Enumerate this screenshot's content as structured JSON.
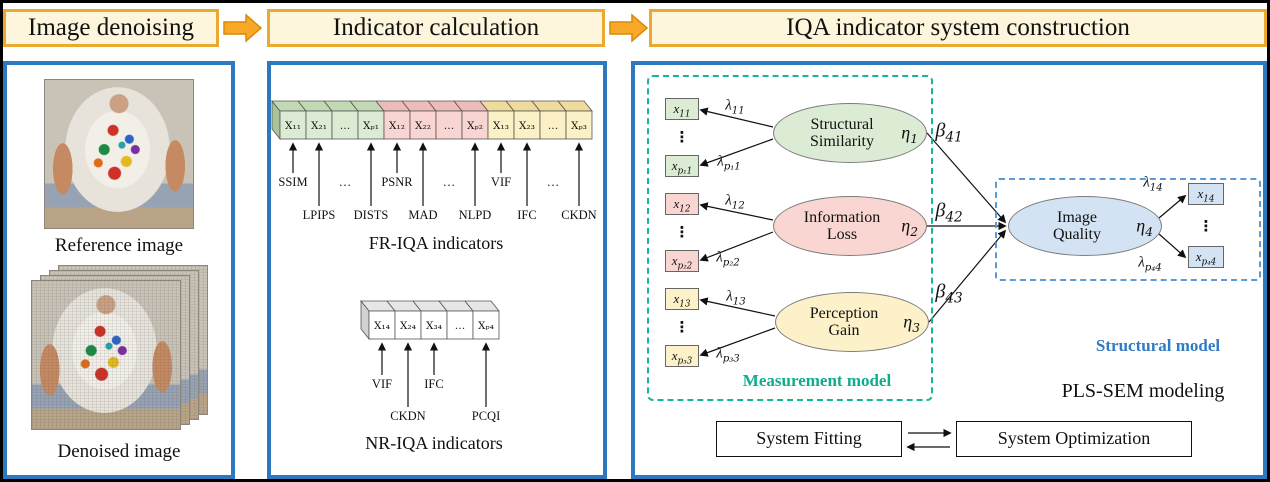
{
  "panel1": {
    "header": "Image denoising",
    "reference_label": "Reference image",
    "denoised_label": "Denoised image"
  },
  "panel2": {
    "header": "Indicator calculation",
    "fr": {
      "cells": [
        "X₁₁",
        "X₂₁",
        "…",
        "Xₚ₁",
        "X₁₂",
        "X₂₂",
        "…",
        "Xₚ₂",
        "X₁₃",
        "X₂₃",
        "…",
        "Xₚ₃"
      ],
      "row_a": [
        "SSIM",
        "…",
        "PSNR",
        "…",
        "VIF",
        "…"
      ],
      "row_b": [
        "LPIPS",
        "DISTS",
        "MAD",
        "NLPD",
        "IFC",
        "CKDN"
      ],
      "title": "FR-IQA indicators"
    },
    "nr": {
      "cells": [
        "X₁₄",
        "X₂₄",
        "X₃₄",
        "…",
        "Xₚ₄"
      ],
      "row_a": [
        "VIF",
        "IFC"
      ],
      "row_b": [
        "CKDN",
        "PCQI"
      ],
      "title": "NR-IQA indicators"
    }
  },
  "panel3": {
    "header": "IQA indicator system construction",
    "constructs": [
      {
        "line1": "Structural",
        "line2": "Similarity",
        "eta": "η",
        "eta_sub": "1"
      },
      {
        "line1": "Information",
        "line2": "Loss",
        "eta": "η",
        "eta_sub": "2"
      },
      {
        "line1": "Perception",
        "line2": "Gain",
        "eta": "η",
        "eta_sub": "3"
      },
      {
        "line1": "Image",
        "line2": "Quality",
        "eta": "η",
        "eta_sub": "4"
      }
    ],
    "ind": {
      "x11": {
        "b": "x",
        "s": "11"
      },
      "xp1": {
        "b": "x",
        "s": "p₁1"
      },
      "x12": {
        "b": "x",
        "s": "12"
      },
      "xp2": {
        "b": "x",
        "s": "p₂2"
      },
      "x13": {
        "b": "x",
        "s": "13"
      },
      "xp3": {
        "b": "x",
        "s": "p₃3"
      },
      "x14": {
        "b": "x",
        "s": "14"
      },
      "xp4": {
        "b": "x",
        "s": "p₄4"
      }
    },
    "lam": {
      "l11": {
        "b": "λ",
        "s": "11"
      },
      "lp1": {
        "b": "λ",
        "s": "p₁1"
      },
      "l12": {
        "b": "λ",
        "s": "12"
      },
      "lp2": {
        "b": "λ",
        "s": "p₂2"
      },
      "l13": {
        "b": "λ",
        "s": "13"
      },
      "lp3": {
        "b": "λ",
        "s": "p₃3"
      },
      "l14": {
        "b": "λ",
        "s": "14"
      },
      "lp4": {
        "b": "λ",
        "s": "p₄4"
      }
    },
    "beta": {
      "b41": {
        "b": "β",
        "s": "41"
      },
      "b42": {
        "b": "β",
        "s": "42"
      },
      "b43": {
        "b": "β",
        "s": "43"
      }
    },
    "dots_v": "⋮",
    "measurement_label": "Measurement model",
    "structural_label": "Structural model",
    "plssem_label": "PLS-SEM modeling",
    "fitting_label": "System Fitting",
    "optimization_label": "System Optimization"
  },
  "colors": {
    "panel_border": "#2E78C0",
    "header_bg": "#FDF6DC",
    "header_border": "#ECA92F",
    "flow_arrow": "#F9A728",
    "construct_green": "#DCEBD4",
    "construct_pink": "#F9D6D2",
    "construct_yellow": "#FCF1C9",
    "construct_blue": "#D3E3F3",
    "measurement_accent": "#14B795",
    "structural_accent": "#2F7BC4"
  }
}
